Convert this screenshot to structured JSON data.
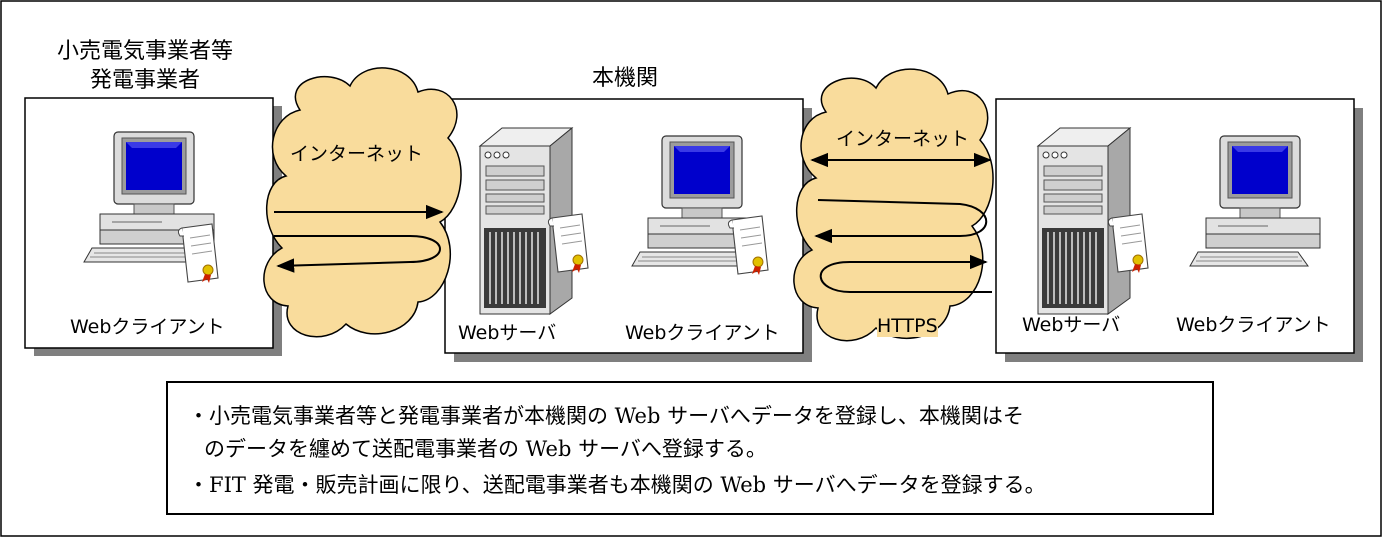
{
  "groups": {
    "retail": {
      "title_line1": "小売電気事業者等",
      "title_line2": "発電事業者",
      "client_label": "Webクライアント"
    },
    "center": {
      "title": "本機関",
      "server_label": "Webサーバ",
      "client_label": "Webクライアント"
    },
    "right": {
      "server_label": "Webサーバ",
      "client_label": "Webクライアント"
    }
  },
  "clouds": {
    "left": {
      "label": "インターネット"
    },
    "right": {
      "label": "インターネット",
      "protocol": "HTTPS"
    }
  },
  "notes": {
    "line1": "・小売電気事業者等と発電事業者が本機関の Web サーバへデータを登録し、本機関はそ",
    "line2": "のデータを纏めて送配電事業者の Web サーバへ登録する。",
    "line3": "・FIT 発電・販売計画に限り、送配電事業者も本機関の Web サーバへデータを登録する。"
  },
  "colors": {
    "cloud": "#f9dc9c",
    "screen": "#0000cc",
    "shadow": "#7f7f7f"
  }
}
